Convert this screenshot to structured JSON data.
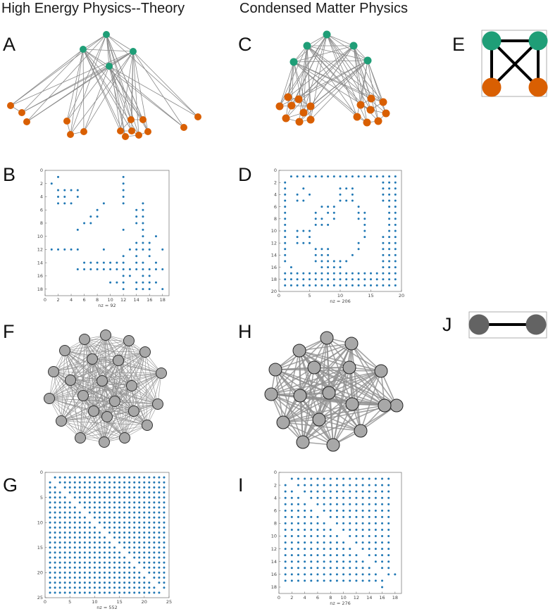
{
  "titles": {
    "left": "High Energy Physics--Theory",
    "right": "Condensed Matter Physics"
  },
  "panel_letters": [
    "A",
    "B",
    "C",
    "D",
    "E",
    "F",
    "G",
    "H",
    "I",
    "J"
  ],
  "colors": {
    "green": "#1f9e77",
    "orange": "#d95f02",
    "edge": "#8a8a8a",
    "dot": "#1f77b4",
    "grey_node": "#a8a8a8",
    "dark_node": "#636363"
  },
  "chart_data": [
    {
      "panel": "B",
      "type": "scatter",
      "n": 18,
      "xlim": [
        0,
        19
      ],
      "ylim": [
        0,
        19
      ],
      "xticks": [
        0,
        2,
        4,
        6,
        8,
        10,
        12,
        14,
        16,
        18
      ],
      "yticks": [
        0,
        2,
        4,
        6,
        8,
        10,
        12,
        14,
        16,
        18
      ],
      "nz_label": "nz = 92",
      "points": [
        [
          2,
          1
        ],
        [
          12,
          1
        ],
        [
          1,
          2
        ],
        [
          12,
          2
        ],
        [
          2,
          3
        ],
        [
          3,
          3
        ],
        [
          4,
          3
        ],
        [
          5,
          3
        ],
        [
          12,
          3
        ],
        [
          2,
          4
        ],
        [
          3,
          4
        ],
        [
          5,
          4
        ],
        [
          12,
          4
        ],
        [
          2,
          5
        ],
        [
          3,
          5
        ],
        [
          4,
          5
        ],
        [
          9,
          5
        ],
        [
          12,
          5
        ],
        [
          15,
          5
        ],
        [
          8,
          6
        ],
        [
          14,
          6
        ],
        [
          15,
          6
        ],
        [
          7,
          7
        ],
        [
          8,
          7
        ],
        [
          14,
          7
        ],
        [
          15,
          7
        ],
        [
          6,
          8
        ],
        [
          7,
          8
        ],
        [
          14,
          8
        ],
        [
          15,
          8
        ],
        [
          5,
          9
        ],
        [
          12,
          9
        ],
        [
          15,
          9
        ],
        [
          15,
          10
        ],
        [
          17,
          10
        ],
        [
          14,
          11
        ],
        [
          15,
          11
        ],
        [
          16,
          11
        ],
        [
          1,
          12
        ],
        [
          2,
          12
        ],
        [
          3,
          12
        ],
        [
          4,
          12
        ],
        [
          5,
          12
        ],
        [
          9,
          12
        ],
        [
          13,
          12
        ],
        [
          14,
          12
        ],
        [
          15,
          12
        ],
        [
          16,
          12
        ],
        [
          18,
          12
        ],
        [
          12,
          13
        ],
        [
          14,
          13
        ],
        [
          16,
          13
        ],
        [
          6,
          14
        ],
        [
          7,
          14
        ],
        [
          8,
          14
        ],
        [
          9,
          14
        ],
        [
          10,
          14
        ],
        [
          11,
          14
        ],
        [
          12,
          14
        ],
        [
          14,
          14
        ],
        [
          15,
          14
        ],
        [
          17,
          14
        ],
        [
          5,
          15
        ],
        [
          6,
          15
        ],
        [
          7,
          15
        ],
        [
          8,
          15
        ],
        [
          9,
          15
        ],
        [
          10,
          15
        ],
        [
          11,
          15
        ],
        [
          12,
          15
        ],
        [
          13,
          15
        ],
        [
          14,
          15
        ],
        [
          15,
          15
        ],
        [
          16,
          15
        ],
        [
          17,
          15
        ],
        [
          18,
          15
        ],
        [
          12,
          16
        ],
        [
          13,
          16
        ],
        [
          15,
          16
        ],
        [
          16,
          16
        ],
        [
          10,
          17
        ],
        [
          11,
          17
        ],
        [
          12,
          17
        ],
        [
          14,
          17
        ],
        [
          15,
          17
        ],
        [
          16,
          17
        ],
        [
          17,
          17
        ],
        [
          12,
          18
        ],
        [
          14,
          18
        ],
        [
          15,
          18
        ],
        [
          16,
          18
        ],
        [
          18,
          18
        ]
      ]
    },
    {
      "panel": "D",
      "type": "scatter",
      "n": 19,
      "xlim": [
        0,
        20
      ],
      "ylim": [
        0,
        20
      ],
      "xticks": [
        0,
        5,
        10,
        15,
        20
      ],
      "yticks": [
        0,
        2,
        4,
        6,
        8,
        10,
        12,
        14,
        16,
        18,
        20
      ],
      "nz_label": "nz = 206",
      "points": [
        [
          2,
          1
        ],
        [
          3,
          1
        ],
        [
          4,
          1
        ],
        [
          5,
          1
        ],
        [
          6,
          1
        ],
        [
          7,
          1
        ],
        [
          8,
          1
        ],
        [
          9,
          1
        ],
        [
          10,
          1
        ],
        [
          11,
          1
        ],
        [
          12,
          1
        ],
        [
          13,
          1
        ],
        [
          14,
          1
        ],
        [
          15,
          1
        ],
        [
          16,
          1
        ],
        [
          17,
          1
        ],
        [
          18,
          1
        ],
        [
          19,
          1
        ],
        [
          1,
          2
        ],
        [
          17,
          2
        ],
        [
          18,
          2
        ],
        [
          19,
          2
        ],
        [
          1,
          3
        ],
        [
          4,
          3
        ],
        [
          10,
          3
        ],
        [
          11,
          3
        ],
        [
          12,
          3
        ],
        [
          17,
          3
        ],
        [
          18,
          3
        ],
        [
          19,
          3
        ],
        [
          1,
          4
        ],
        [
          3,
          4
        ],
        [
          5,
          4
        ],
        [
          10,
          4
        ],
        [
          12,
          4
        ],
        [
          17,
          4
        ],
        [
          18,
          4
        ],
        [
          19,
          4
        ],
        [
          1,
          5
        ],
        [
          3,
          5
        ],
        [
          4,
          5
        ],
        [
          10,
          5
        ],
        [
          11,
          5
        ],
        [
          12,
          5
        ],
        [
          17,
          5
        ],
        [
          18,
          5
        ],
        [
          19,
          5
        ],
        [
          1,
          6
        ],
        [
          7,
          6
        ],
        [
          8,
          6
        ],
        [
          9,
          6
        ],
        [
          13,
          6
        ],
        [
          18,
          6
        ],
        [
          19,
          6
        ],
        [
          1,
          7
        ],
        [
          6,
          7
        ],
        [
          8,
          7
        ],
        [
          9,
          7
        ],
        [
          13,
          7
        ],
        [
          14,
          7
        ],
        [
          18,
          7
        ],
        [
          19,
          7
        ],
        [
          1,
          8
        ],
        [
          6,
          8
        ],
        [
          7,
          8
        ],
        [
          9,
          8
        ],
        [
          13,
          8
        ],
        [
          14,
          8
        ],
        [
          18,
          8
        ],
        [
          19,
          8
        ],
        [
          1,
          9
        ],
        [
          6,
          9
        ],
        [
          7,
          9
        ],
        [
          8,
          9
        ],
        [
          14,
          9
        ],
        [
          18,
          9
        ],
        [
          19,
          9
        ],
        [
          1,
          10
        ],
        [
          3,
          10
        ],
        [
          4,
          10
        ],
        [
          5,
          10
        ],
        [
          14,
          10
        ],
        [
          18,
          10
        ],
        [
          19,
          10
        ],
        [
          1,
          11
        ],
        [
          3,
          11
        ],
        [
          5,
          11
        ],
        [
          14,
          11
        ],
        [
          17,
          11
        ],
        [
          18,
          11
        ],
        [
          19,
          11
        ],
        [
          1,
          12
        ],
        [
          3,
          12
        ],
        [
          4,
          12
        ],
        [
          5,
          12
        ],
        [
          13,
          12
        ],
        [
          17,
          12
        ],
        [
          18,
          12
        ],
        [
          19,
          12
        ],
        [
          1,
          13
        ],
        [
          6,
          13
        ],
        [
          7,
          13
        ],
        [
          8,
          13
        ],
        [
          13,
          13
        ],
        [
          17,
          13
        ],
        [
          18,
          13
        ],
        [
          19,
          13
        ],
        [
          1,
          14
        ],
        [
          6,
          14
        ],
        [
          7,
          14
        ],
        [
          8,
          14
        ],
        [
          12,
          14
        ],
        [
          17,
          14
        ],
        [
          18,
          14
        ],
        [
          19,
          14
        ],
        [
          1,
          15
        ],
        [
          6,
          15
        ],
        [
          7,
          15
        ],
        [
          8,
          15
        ],
        [
          9,
          15
        ],
        [
          10,
          15
        ],
        [
          11,
          15
        ],
        [
          17,
          15
        ],
        [
          18,
          15
        ],
        [
          19,
          15
        ],
        [
          2,
          16
        ],
        [
          7,
          16
        ],
        [
          8,
          16
        ],
        [
          9,
          16
        ],
        [
          10,
          16
        ],
        [
          17,
          16
        ],
        [
          18,
          16
        ],
        [
          19,
          16
        ],
        [
          1,
          17
        ],
        [
          2,
          17
        ],
        [
          3,
          17
        ],
        [
          4,
          17
        ],
        [
          5,
          17
        ],
        [
          6,
          17
        ],
        [
          7,
          17
        ],
        [
          8,
          17
        ],
        [
          9,
          17
        ],
        [
          10,
          17
        ],
        [
          11,
          17
        ],
        [
          12,
          17
        ],
        [
          13,
          17
        ],
        [
          14,
          17
        ],
        [
          15,
          17
        ],
        [
          16,
          17
        ],
        [
          17,
          17
        ],
        [
          18,
          17
        ],
        [
          19,
          17
        ],
        [
          1,
          18
        ],
        [
          2,
          18
        ],
        [
          3,
          18
        ],
        [
          4,
          18
        ],
        [
          5,
          18
        ],
        [
          6,
          18
        ],
        [
          7,
          18
        ],
        [
          8,
          18
        ],
        [
          9,
          18
        ],
        [
          10,
          18
        ],
        [
          11,
          18
        ],
        [
          12,
          18
        ],
        [
          13,
          18
        ],
        [
          14,
          18
        ],
        [
          15,
          18
        ],
        [
          16,
          18
        ],
        [
          17,
          18
        ],
        [
          18,
          18
        ],
        [
          19,
          18
        ],
        [
          1,
          19
        ],
        [
          2,
          19
        ],
        [
          3,
          19
        ],
        [
          4,
          19
        ],
        [
          5,
          19
        ],
        [
          6,
          19
        ],
        [
          7,
          19
        ],
        [
          8,
          19
        ],
        [
          9,
          19
        ],
        [
          10,
          19
        ],
        [
          11,
          19
        ],
        [
          12,
          19
        ],
        [
          13,
          19
        ],
        [
          14,
          19
        ],
        [
          15,
          19
        ],
        [
          16,
          19
        ],
        [
          17,
          19
        ],
        [
          18,
          19
        ],
        [
          19,
          19
        ]
      ]
    },
    {
      "panel": "G",
      "type": "scatter",
      "n": 24,
      "xlim": [
        0,
        25
      ],
      "ylim": [
        0,
        25
      ],
      "xticks": [
        0,
        5,
        10,
        15,
        20,
        25
      ],
      "yticks": [
        0,
        5,
        10,
        15,
        20,
        25
      ],
      "nz_label": "nz = 552",
      "pattern": "all-except-diagonal"
    },
    {
      "panel": "I",
      "type": "scatter",
      "n": 18,
      "xlim": [
        0,
        19
      ],
      "ylim": [
        0,
        19
      ],
      "xticks": [
        0,
        2,
        4,
        6,
        8,
        10,
        12,
        14,
        16,
        18
      ],
      "yticks": [
        0,
        2,
        4,
        6,
        8,
        10,
        12,
        14,
        16,
        18
      ],
      "nz_label": "nz = 276",
      "pattern": "dense-except-block",
      "missing_block": [
        17,
        18
      ]
    }
  ]
}
